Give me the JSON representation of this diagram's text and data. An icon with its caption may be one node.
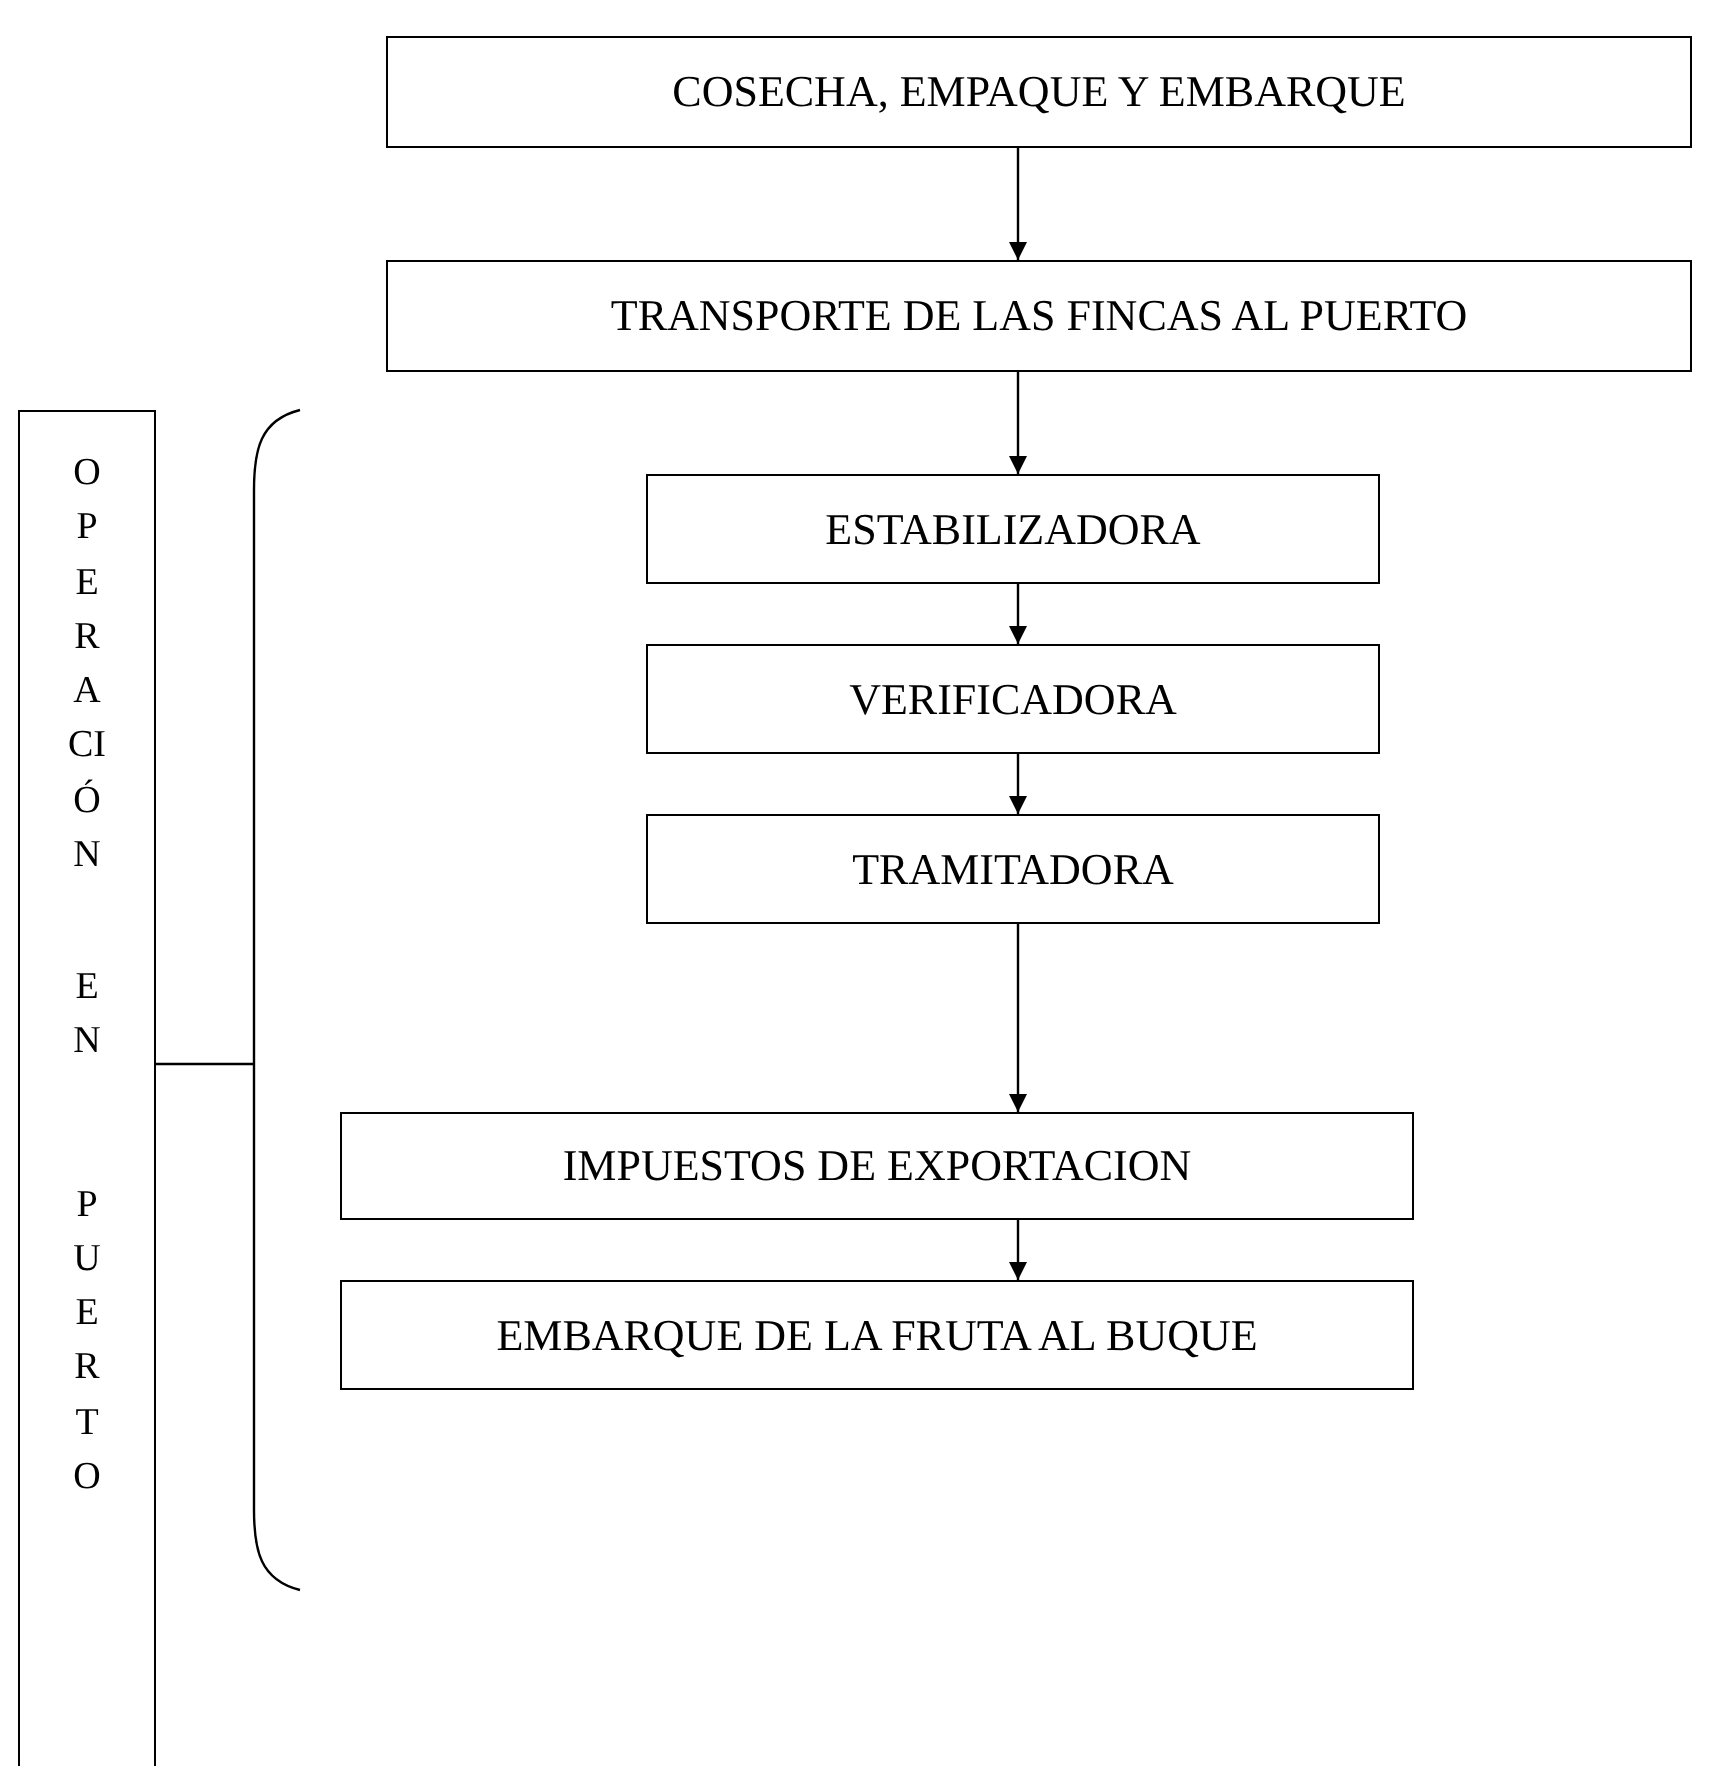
{
  "diagram": {
    "nodes": [
      {
        "text": [
          "COSECHA, EMPAQUE Y EMBARQUE"
        ]
      },
      {
        "text": [
          "TRANSPORTE DE LAS FINCAS AL PUERTO"
        ]
      },
      {
        "text": [
          "OPERACIÓN EN PUERTO"
        ]
      },
      {
        "text": [
          "ESTABILIZADORA"
        ]
      },
      {
        "text": [
          "VERIFICADORA"
        ]
      },
      {
        "text": [
          "TRAMITADORA"
        ]
      },
      {
        "text": [
          "IMPUESTOS DE EXPORTACION"
        ]
      },
      {
        "text": [
          "EMBARQUE DE LA FRUTA AL BUQUE"
        ]
      }
    ],
    "edges": [
      {
        "from": 0,
        "to": 1,
        "arrow": "to"
      },
      {
        "from": 1,
        "to": 3,
        "arrow": "to"
      },
      {
        "from": 3,
        "to": 4,
        "arrow": "to"
      },
      {
        "from": 4,
        "to": 5,
        "arrow": "to"
      },
      {
        "from": 5,
        "to": 6,
        "arrow": "to"
      },
      {
        "from": 6,
        "to": 7,
        "arrow": "to"
      }
    ]
  }
}
